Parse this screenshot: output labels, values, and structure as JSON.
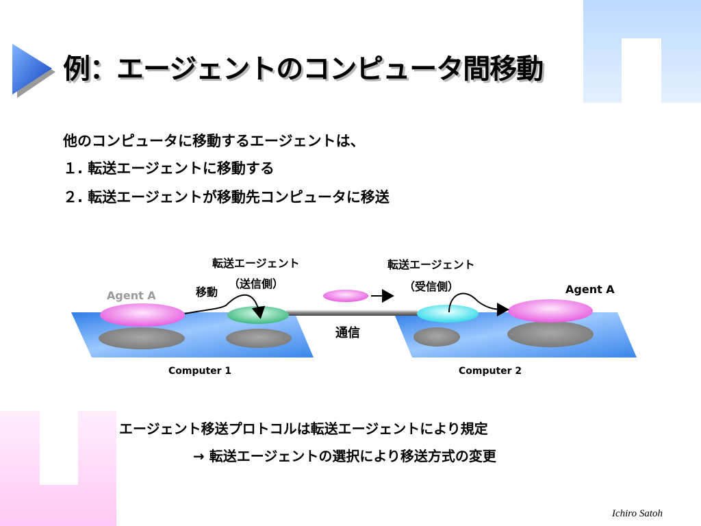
{
  "title": "例：エージェントのコンピュータ間移動",
  "body": {
    "lines": [
      "他のコンピュータに移動するエージェントは、",
      "１. 転送エージェントに移動する",
      "２. 転送エージェントが移動先コンピュータに移送"
    ]
  },
  "diagram": {
    "left_agent_label": "Agent A",
    "right_agent_label": "Agent A",
    "sender_label_line1": "転送エージェント",
    "sender_label_line2": "（送信側）",
    "receiver_label_line1": "転送エージェント",
    "receiver_label_line2": "（受信側）",
    "move_label": "移動",
    "comm_label": "通信",
    "computer1_label": "Computer 1",
    "computer2_label": "Computer 2"
  },
  "footer": {
    "line1": "エージェント移送プロトコルは転送エージェントにより規定",
    "line2": "→  転送エージェントの選択により移送方式の変更"
  },
  "author": "Ichiro Satoh",
  "colors": {
    "platform_blue": "#4a90e8",
    "agent_pink": "#f070e8",
    "sender_green": "#4cc08a",
    "receiver_cyan": "#40e8f0",
    "corner_pink": "#ffd6f8",
    "corner_blue": "#c8e0ff",
    "muted_label": "#9a9a9a"
  }
}
